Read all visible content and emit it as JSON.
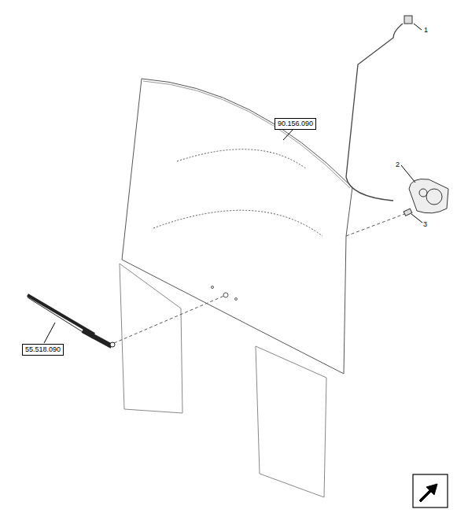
{
  "diagram": {
    "nodes": [
      {
        "text": [
          "90.156.090"
        ]
      },
      {
        "text": [
          "55.518.090"
        ]
      }
    ],
    "labels": [
      "1",
      "2",
      "3"
    ]
  }
}
